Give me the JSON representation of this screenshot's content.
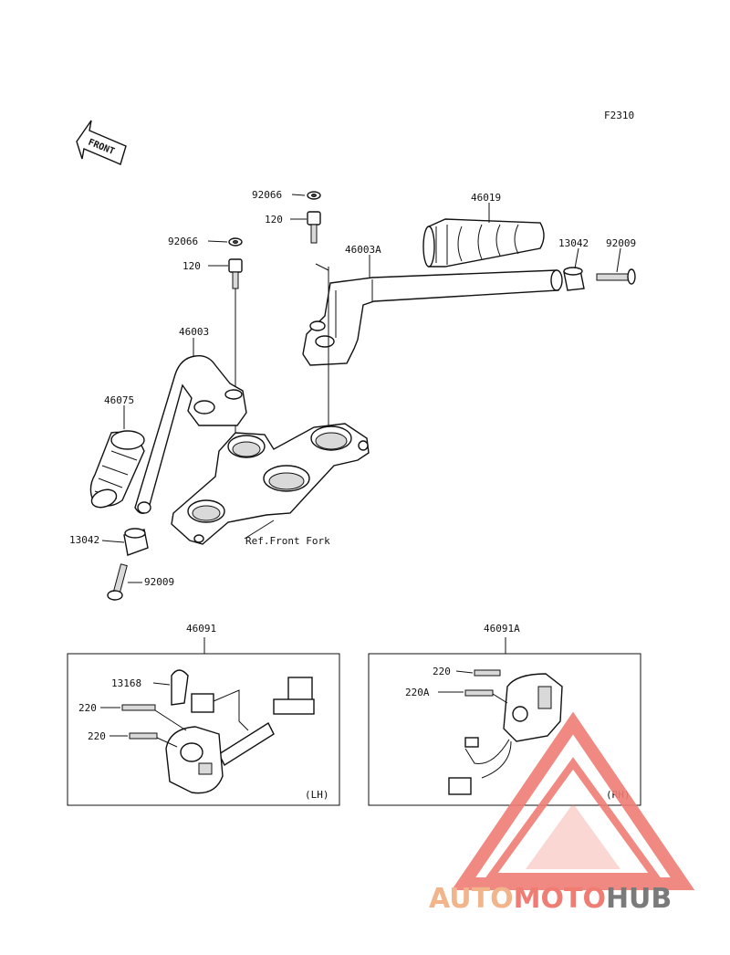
{
  "figure_code": "F2310",
  "front_arrow_label": "FRONT",
  "parts": {
    "p_92066_a": "92066",
    "p_120_a": "120",
    "p_46019": "46019",
    "p_46003A": "46003A",
    "p_13042_a": "13042",
    "p_92009_a": "92009",
    "p_92066_b": "92066",
    "p_120_b": "120",
    "p_46003": "46003",
    "p_46075": "46075",
    "p_13042_b": "13042",
    "p_92009_b": "92009",
    "ref_front_fork": "Ref.Front Fork",
    "p_46091": "46091",
    "p_13168": "13168",
    "p_220_a": "220",
    "p_220_b": "220",
    "side_lh": "(LH)",
    "p_46091A": "46091A",
    "p_220_c": "220",
    "p_220A": "220A",
    "side_rh": "(RH)"
  },
  "watermark": {
    "auto": "AUTO",
    "moto": "MOTO",
    "hub": "HUB",
    "colors": {
      "auto": "#f2b48a",
      "moto": "#ef7d74",
      "hub": "#7a7a7a"
    }
  }
}
